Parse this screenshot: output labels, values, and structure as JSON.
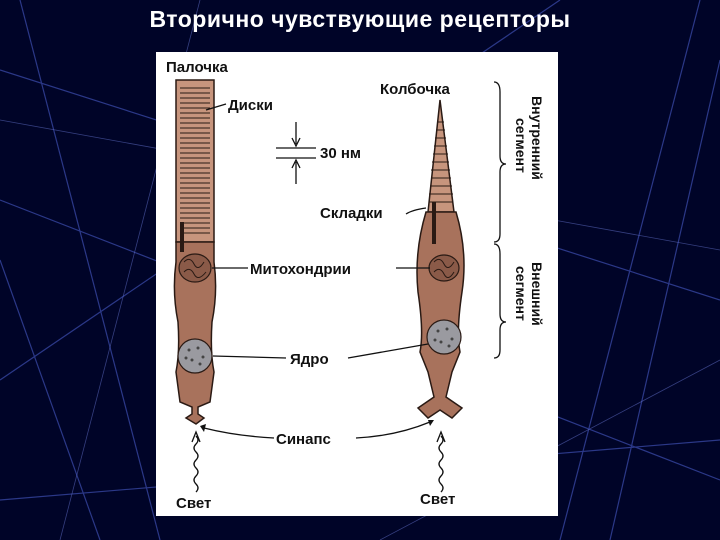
{
  "slide": {
    "title": "Вторично чувствующие рецепторы"
  },
  "diagram": {
    "rod_label": "Палочка",
    "cone_label": "Колбочка",
    "labels": {
      "discs": "Диски",
      "spacing": "30 нм",
      "folds": "Складки",
      "mitochondria": "Митохондрии",
      "nucleus": "Ядро",
      "synapse": "Синапс",
      "light_rod": "Свет",
      "light_cone": "Свет"
    },
    "segments": {
      "inner_line1": "Внутренний",
      "inner_line2": "сегмент",
      "outer_line1": "Внешний",
      "outer_line2": "сегмент"
    }
  },
  "colors": {
    "background": "#000428",
    "cell_fill": "#a8725c",
    "cell_stroke": "#2a1a14",
    "figure_bg": "#ffffff",
    "title": "#ffffff"
  }
}
